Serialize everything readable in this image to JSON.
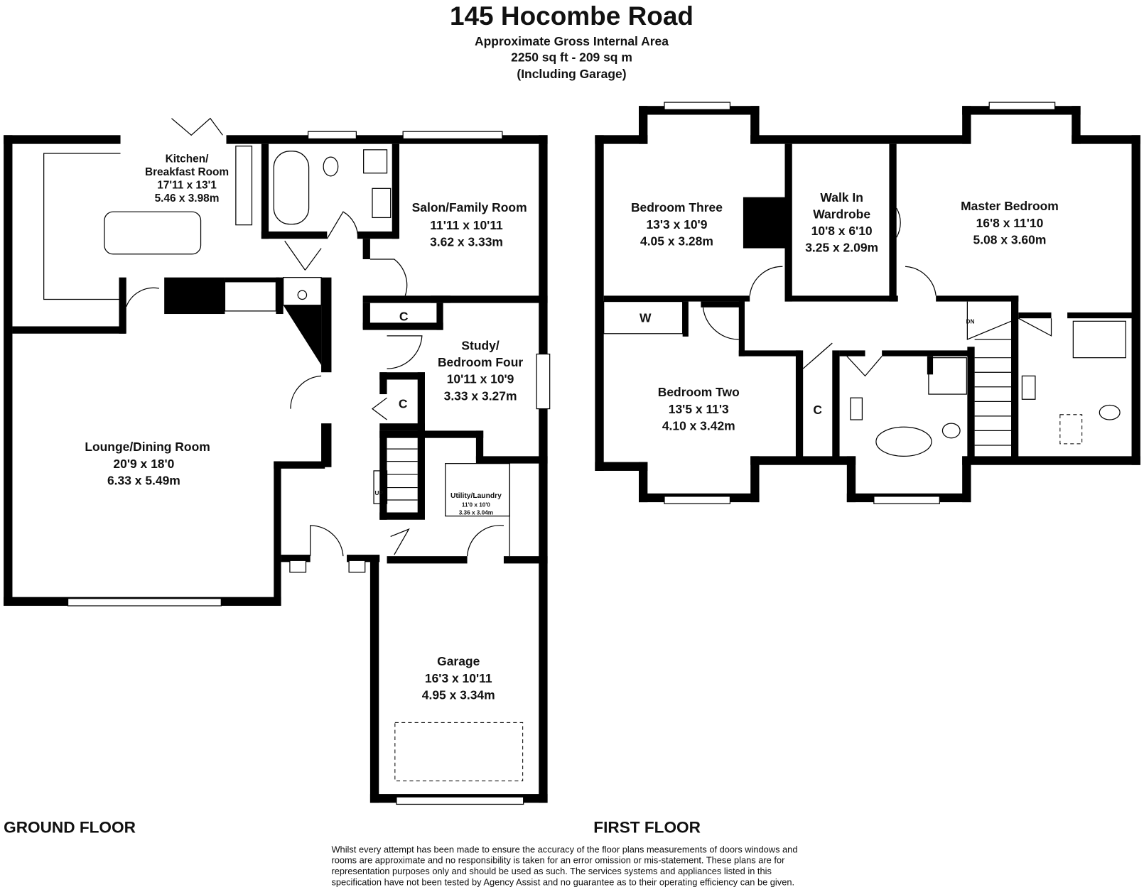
{
  "header": {
    "title": "145 Hocombe Road",
    "area_label": "Approximate Gross Internal Area",
    "area_value": "2250 sq ft - 209 sq m",
    "area_note": "(Including Garage)"
  },
  "ground_floor": {
    "label": "GROUND FLOOR",
    "rooms": [
      {
        "name_lines": [
          "Kitchen/",
          "Breakfast Room"
        ],
        "imperial": "17'11 x 13'1",
        "metric": "5.46 x 3.98m"
      },
      {
        "name_lines": [
          "Salon/Family Room"
        ],
        "imperial": "11'11 x 10'11",
        "metric": "3.62 x 3.33m"
      },
      {
        "name_lines": [
          "Study/",
          "Bedroom Four"
        ],
        "imperial": "10'11 x 10'9",
        "metric": "3.33 x 3.27m"
      },
      {
        "name_lines": [
          "Lounge/Dining Room"
        ],
        "imperial": "20'9 x 18'0",
        "metric": "6.33 x 5.49m"
      },
      {
        "name_lines": [
          "Utility/Laundry"
        ],
        "imperial": "11'0 x 10'0",
        "metric": "3.36 x 3.04m"
      },
      {
        "name_lines": [
          "Garage"
        ],
        "imperial": "16'3 x 10'11",
        "metric": "4.95 x 3.34m"
      }
    ],
    "cupboard_labels": [
      "C",
      "C"
    ],
    "stairs_label": "UP"
  },
  "first_floor": {
    "label": "FIRST FLOOR",
    "rooms": [
      {
        "name_lines": [
          "Bedroom Three"
        ],
        "imperial": "13'3 x 10'9",
        "metric": "4.05 x 3.28m"
      },
      {
        "name_lines": [
          "Walk In",
          "Wardrobe"
        ],
        "imperial": "10'8 x 6'10",
        "metric": "3.25 x 2.09m"
      },
      {
        "name_lines": [
          "Master Bedroom"
        ],
        "imperial": "16'8 x 11'10",
        "metric": "5.08 x 3.60m"
      },
      {
        "name_lines": [
          "Bedroom Two"
        ],
        "imperial": "13'5 x 11'3",
        "metric": "4.10 x 3.42m"
      }
    ],
    "wardrobe_label": "W",
    "cupboard_label": "C",
    "stairs_label": "DN"
  },
  "disclaimer": [
    "Whilst every attempt has been made to ensure the accuracy of the floor plans measurements of doors windows and",
    "rooms are approximate and no responsibility is taken for an error omission or mis-statement. These plans are for",
    "representation purposes only and should be used as such. The services systems and appliances listed in this",
    "specification have not been tested by Agency Assist and no guarantee as to their operating efficiency can be given."
  ]
}
